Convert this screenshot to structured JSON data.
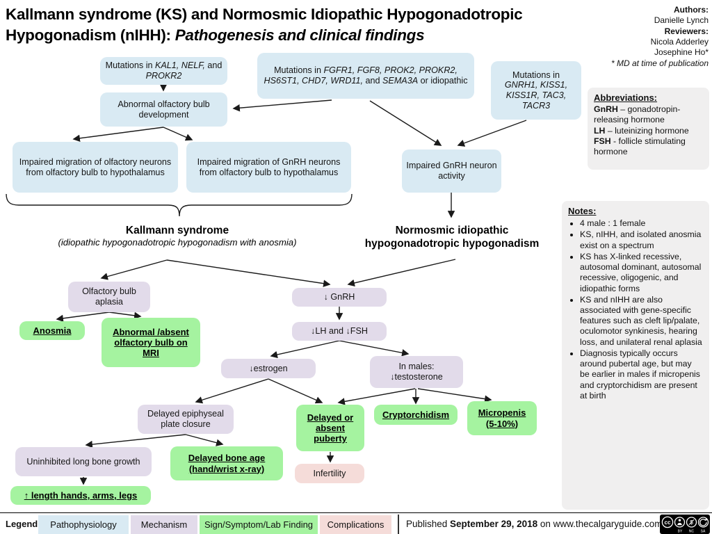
{
  "title": {
    "line1": "Kallmann syndrome (KS) and Normosmic Idiopathic Hypogonadotropic",
    "line2_segments": [
      {
        "t": "Hypogonadism (nIHH): "
      },
      {
        "t": "Pathogenesis and clinical findings",
        "s": "it"
      }
    ]
  },
  "authors_panel": {
    "authors_label": "Authors:",
    "authors": [
      "Danielle Lynch"
    ],
    "reviewers_label": "Reviewers:",
    "reviewers": [
      "Nicola Adderley",
      "Josephine Ho*"
    ],
    "footnote": "* MD at time of publication"
  },
  "abbreviations": {
    "heading": "Abbreviations:",
    "items": [
      {
        "segments": [
          {
            "t": "GnRH",
            "s": "b"
          },
          {
            "t": " – gonadotropin-releasing hormone"
          }
        ]
      },
      {
        "segments": [
          {
            "t": "LH",
            "s": "b"
          },
          {
            "t": " – luteinizing hormone"
          }
        ]
      },
      {
        "segments": [
          {
            "t": "FSH",
            "s": "b"
          },
          {
            "t": "  - follicle stimulating hormone"
          }
        ]
      }
    ]
  },
  "notes": {
    "heading": "Notes:",
    "bullets": [
      "4 male : 1 female",
      "KS, nIHH, and isolated anosmia exist on a spectrum",
      "KS has X-linked recessive, autosomal dominant, autosomal recessive, oligogenic, and idiopathic forms",
      "KS and nIHH are also associated with gene-specific features such as cleft lip/palate, oculomotor synkinesis, hearing loss, and unilateral renal aplasia",
      "Diagnosis typically occurs around pubertal age, but may be earlier in males if micropenis and cryptorchidism are present at birth"
    ]
  },
  "flowchart": {
    "boxes": {
      "mut_kal1": {
        "segments": [
          {
            "t": "Mutations in "
          },
          {
            "t": "KAL1, NELF,",
            "s": "it"
          },
          {
            "t": " and "
          },
          {
            "t": "PROKR2",
            "s": "it"
          }
        ]
      },
      "mut_fgfr1": {
        "segments": [
          {
            "t": "Mutations in "
          },
          {
            "t": "FGFR1, FGF8, PROK2, PROKR2, HS6ST1, CHD7, WRD11,",
            "s": "it"
          },
          {
            "t": " and "
          },
          {
            "t": "SEMA3A",
            "s": "it"
          },
          {
            "t": " or idiopathic"
          }
        ]
      },
      "mut_gnrh1": {
        "segments": [
          {
            "t": "Mutations in "
          },
          {
            "t": "GNRH1, KISS1, KISS1R, TAC3, TACR3",
            "s": "it"
          }
        ]
      },
      "abnormal_olfactory": {
        "label": "Abnormal olfactory bulb development"
      },
      "impaired_migration_olfactory": {
        "label": "Impaired migration of olfactory neurons from olfactory bulb to hypothalamus"
      },
      "impaired_migration_gnrh": {
        "label": "Impaired migration of GnRH neurons from olfactory bulb to hypothalamus"
      },
      "impaired_gnrh_activity": {
        "label": "Impaired GnRH neuron activity"
      },
      "olfactory_bulb_aplasia": {
        "label": "Olfactory bulb aplasia"
      },
      "anosmia": {
        "label": "Anosmia"
      },
      "abnormal_mri": {
        "label": "Abnormal /absent olfactory bulb on MRI"
      },
      "down_gnrh": {
        "label": "↓ GnRH"
      },
      "down_lh_fsh": {
        "label": "↓LH and ↓FSH"
      },
      "down_estrogen": {
        "label": "↓estrogen"
      },
      "in_males": {
        "label": "In males:\n↓testosterone"
      },
      "delayed_epiphyseal": {
        "label": "Delayed epiphyseal plate closure"
      },
      "uninhibited_growth": {
        "label": "Uninhibited long bone growth"
      },
      "delayed_bone_age": {
        "label": "Delayed bone age (hand/wrist x-ray)"
      },
      "increased_length": {
        "label": "↑  length hands, arms, legs"
      },
      "delayed_puberty": {
        "label": "Delayed or absent puberty"
      },
      "cryptorchidism": {
        "label": "Cryptorchidism"
      },
      "micropenis": {
        "label": "Micropenis (5-10%)"
      },
      "infertility": {
        "label": "Infertility"
      }
    },
    "headings": {
      "kallmann": {
        "title": "Kallmann syndrome",
        "subtitle": "(idiopathic hypogonadotropic hypogonadism with anosmia)"
      },
      "nihh": {
        "line1": "Normosmic idiopathic",
        "line2": "hypogonadotropic hypogonadism"
      }
    }
  },
  "legend": {
    "label": "Legend:",
    "items": [
      {
        "label": "Pathophysiology",
        "color": "#d9eaf3"
      },
      {
        "label": "Mechanism",
        "color": "#e2dbea"
      },
      {
        "label": "Sign/Symptom/Lab Finding",
        "color": "#a5f3a0"
      },
      {
        "label": "Complications",
        "color": "#f5dcd9"
      }
    ]
  },
  "footer": {
    "published_segments": [
      {
        "t": "Published "
      },
      {
        "t": "September 29, 2018",
        "s": "b"
      },
      {
        "t": " on www.thecalgaryguide.com"
      }
    ],
    "license_name": "CC BY-NC-SA",
    "license_letters": [
      "BY",
      "NC",
      "SA"
    ]
  },
  "colors": {
    "pathophysiology": "#d9eaf3",
    "mechanism": "#e2dbea",
    "sign_symptom_lab": "#a5f3a0",
    "complications": "#f5dcd9",
    "panel_gray": "#f0efef"
  }
}
